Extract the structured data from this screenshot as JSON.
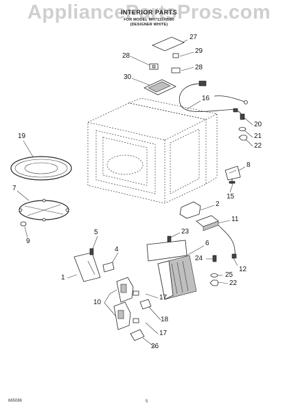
{
  "watermark": "AppliancePartsPros.com",
  "header": {
    "title": "INTERIOR PARTS",
    "model_line": "FOR MODEL MH7115XBB0",
    "color_line": "(DESIGNER WHITE)"
  },
  "callouts": [
    "27",
    "28",
    "29",
    "28",
    "30",
    "16",
    "20",
    "21",
    "22",
    "19",
    "8",
    "7",
    "15",
    "2",
    "9",
    "11",
    "23",
    "5",
    "4",
    "6",
    "24",
    "12",
    "25",
    "22",
    "1",
    "17",
    "10",
    "18",
    "17",
    "26"
  ],
  "footer": {
    "left": "665086",
    "center": "5"
  }
}
